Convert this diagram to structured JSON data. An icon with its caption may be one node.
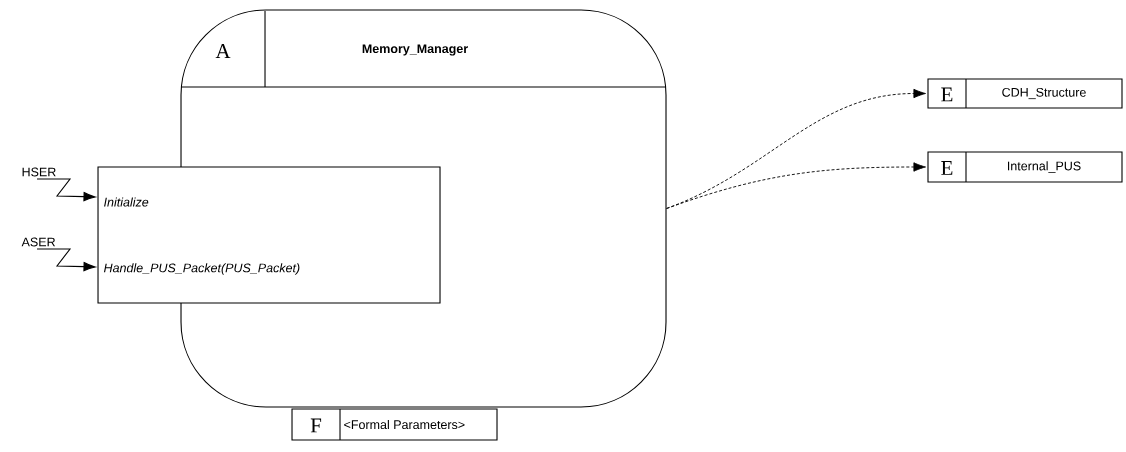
{
  "diagram": {
    "nodes": [
      {
        "text": [
          "A",
          "Memory_Manager"
        ]
      },
      {
        "text": [
          "Initialize",
          "Handle_PUS_Packet(PUS_Packet)"
        ]
      },
      {
        "text": [
          "E",
          "CDH_Structure"
        ]
      },
      {
        "text": [
          "E",
          "Internal_PUS"
        ]
      },
      {
        "text": [
          "F",
          "<Formal Parameters>"
        ]
      },
      {
        "text": [
          "HSER"
        ]
      },
      {
        "text": [
          "ASER"
        ]
      }
    ],
    "edges": [
      {
        "from": 5,
        "to": 1,
        "arrow": "to"
      },
      {
        "from": 6,
        "to": 1,
        "arrow": "to"
      },
      {
        "from": 0,
        "to": 2,
        "arrow": "to",
        "style": "dashed"
      },
      {
        "from": 0,
        "to": 3,
        "arrow": "to",
        "style": "dashed"
      }
    ]
  }
}
